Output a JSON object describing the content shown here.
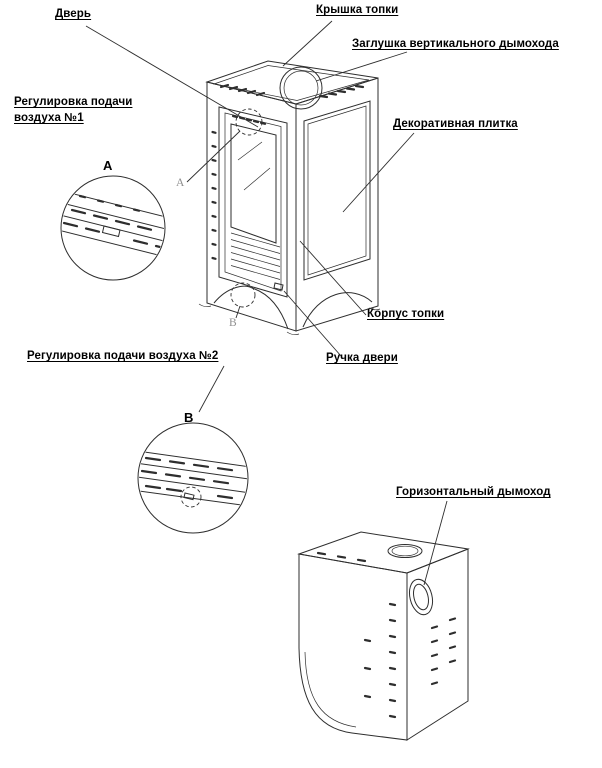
{
  "diagram": {
    "labels": {
      "door": "Дверь",
      "firebox_lid": "Крышка топки",
      "vertical_flue_plug": "Заглушка вертикального дымохода",
      "air_control_1_line1": "Регулировка подачи",
      "air_control_1_line2": "воздуха №1",
      "decorative_tile": "Декоративная плитка",
      "firebox_body": "Корпус топки",
      "door_handle": "Ручка двери",
      "air_control_2": "Регулировка подачи воздуха №2",
      "horizontal_flue": "Горизонтальный дымоход"
    },
    "view_markers": {
      "detail_a": "А",
      "detail_b": "В",
      "zone_a": "A",
      "zone_b": "В"
    },
    "colors": {
      "line": "#2e2e2e",
      "text": "#000000",
      "marker_gray": "#8f8f8f",
      "background": "#ffffff"
    }
  }
}
